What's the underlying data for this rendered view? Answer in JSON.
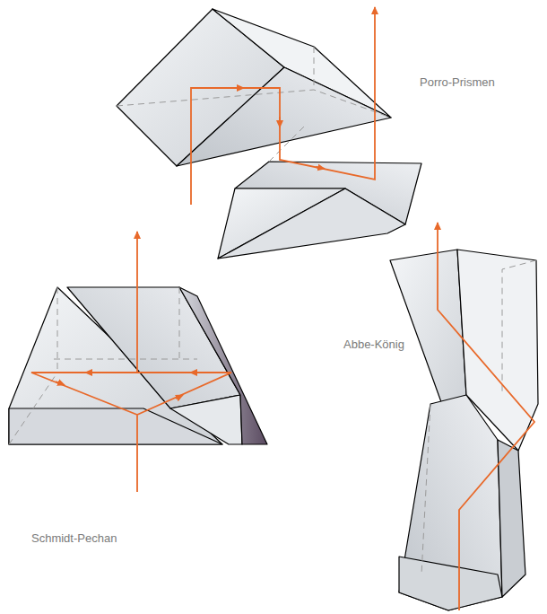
{
  "diagram": {
    "labels": [
      "Porro-Prismen",
      "Abbe-König",
      "Schmidt-Pechan"
    ]
  }
}
